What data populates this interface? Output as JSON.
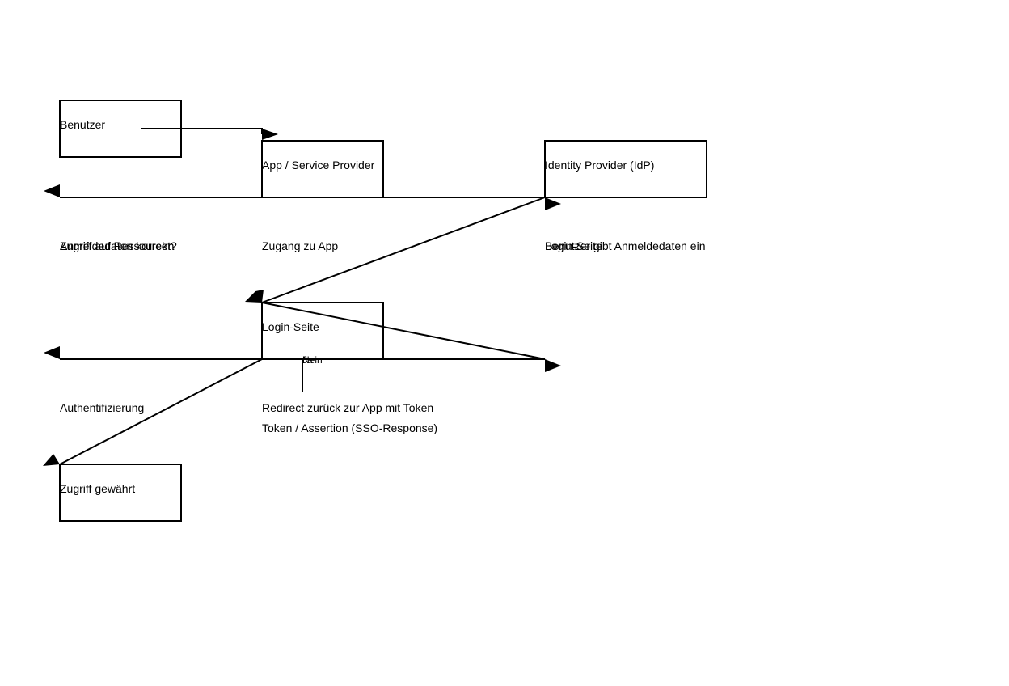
{
  "diagram": {
    "nodes": {
      "benutzer": "Benutzer",
      "app": "App / Service Provider",
      "idp": "Identity Provider (IdP)",
      "login": "Login-Seite",
      "granted": "Zugriff gewährt"
    },
    "labels": {
      "zugriff_ressourcen": "Zugriff auf Ressourcen",
      "anmeldedaten_korrekt": "Anmeldedaten korrekt?",
      "zugang_app": "Zugang zu App",
      "login_seite": "Login-Seite",
      "benutzer_gibt": "Benutzer gibt Anmeldedaten ein",
      "authentifizierung": "Authentifizierung",
      "redirect": "Redirect zurück zur App mit Token",
      "token_assertion": "Token / Assertion (SSO-Response)",
      "ja": "Ja",
      "nein": "Nein"
    },
    "colors": {
      "stroke": "#000000",
      "background": "#ffffff"
    }
  }
}
